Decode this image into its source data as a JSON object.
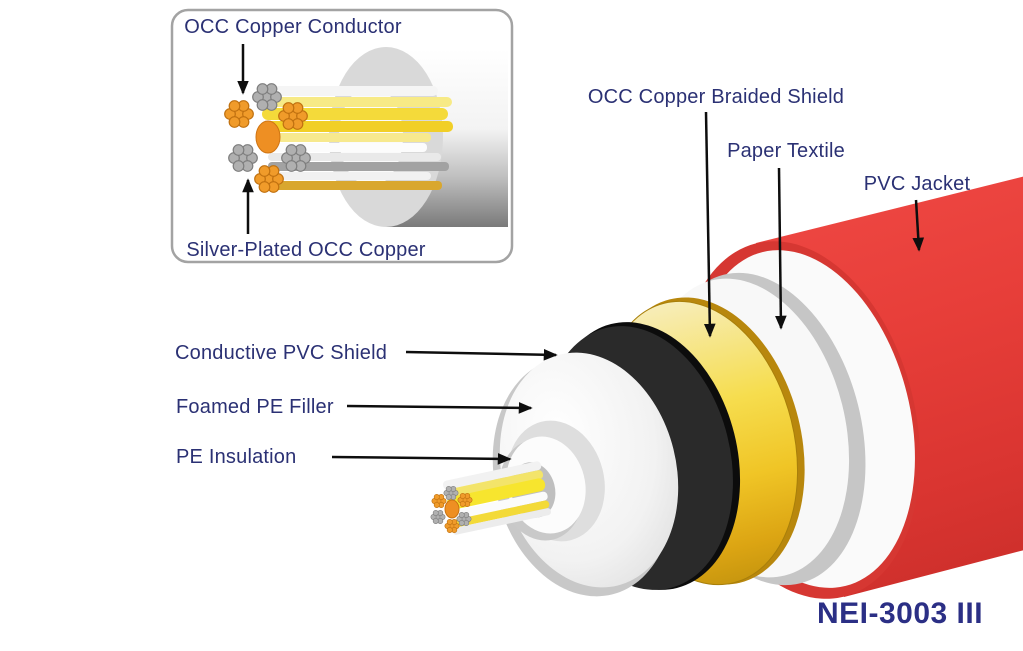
{
  "model_label": "NEI-3003 III",
  "inset": {
    "top_label": "OCC Copper Conductor",
    "bottom_label": "Silver-Plated OCC Copper"
  },
  "callouts": {
    "braided_shield": "OCC Copper Braided Shield",
    "paper_textile": "Paper Textile",
    "pvc_jacket": "PVC Jacket",
    "conductive_pvc_shield": "Conductive PVC Shield",
    "foamed_pe_filler": "Foamed PE Filler",
    "pe_insulation": "PE Insulation"
  },
  "layers": [
    {
      "name": "OCC Copper Conductor",
      "color": "#F09B2A"
    },
    {
      "name": "Silver-Plated OCC Copper",
      "color": "#B0B0B0"
    },
    {
      "name": "PE Insulation",
      "color": "#FCFCFC"
    },
    {
      "name": "Foamed PE Filler",
      "color": "#F1F1F1"
    },
    {
      "name": "Conductive PVC Shield",
      "color": "#2A2A2A"
    },
    {
      "name": "OCC Copper Braided Shield",
      "color": "#F0C526"
    },
    {
      "name": "Paper Textile",
      "color": "#F8F8F8"
    },
    {
      "name": "PVC Jacket",
      "color": "#E73E39"
    }
  ],
  "colors": {
    "label_text": "#2B3174",
    "model_text": "#2B2F85",
    "arrow": "#0E0E0E",
    "inset_border": "#A3A3A3"
  }
}
